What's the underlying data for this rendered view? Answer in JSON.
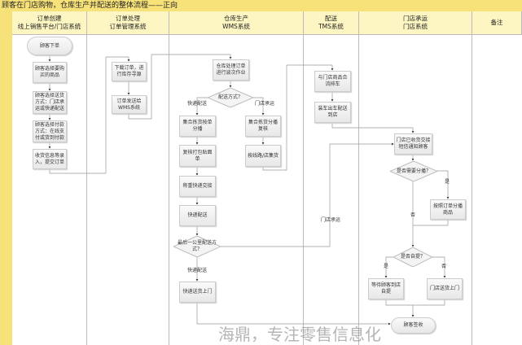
{
  "title": "顾客在门店购物，仓库生产并配送的整体流程——正向",
  "lanes": [
    {
      "l1": "订单创建",
      "l2": "线上销售平台/门店系统"
    },
    {
      "l1": "订单处理",
      "l2": "订单管理系统"
    },
    {
      "l1": "仓库生产",
      "l2": "WMS系统"
    },
    {
      "l1": "配送",
      "l2": "TMS系统"
    },
    {
      "l1": "门店承运",
      "l2": "门店系统"
    },
    {
      "l1": "备注",
      "l2": ""
    }
  ],
  "nodes": {
    "start": "顾客下单",
    "c1": "顾客选择要购买的商品",
    "c2": "顾客选择送货方式：门店承运或快递配送",
    "c3": "顾客选择付款方式：在线支付或货到付款",
    "c4": "收货信息等录入，提交订单",
    "o1": "下载订单，进行库存寻源",
    "o2": "订单发送给WMS系统",
    "w1": "仓库处理订单进行波次作业",
    "wd1": "配送方式？",
    "w2": "集合拣货按单分播",
    "w3": "复核打包贴面单",
    "w4": "称重快递交接",
    "w5": "快递配送",
    "wd2": "最后一公里配送方式？",
    "w6": "快递送货上门",
    "w7": "集合拣货分播复核",
    "w8": "按线路/店集货",
    "t1": "与门店商品合流排车",
    "t2": "装车出车配送到店",
    "s1": "门店已收货交接短信通知顾客",
    "sd1": "是否需要分播？",
    "s2": "按照订单分播商品",
    "sd2": "是否自提？",
    "s3": "等待顾客到店自提",
    "s4": "门店送货上门",
    "end": "顾客签收"
  },
  "labels": {
    "express1": "快递配送",
    "store1": "门店承运",
    "express2": "快递配送",
    "store2": "门店承运",
    "yes1": "是",
    "no1": "否",
    "yes2": "是",
    "no2": "否"
  },
  "watermark": "海鼎，专注零售信息化"
}
